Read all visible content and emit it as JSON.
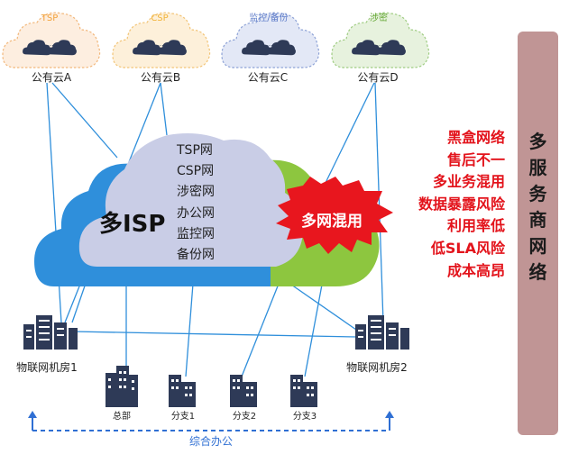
{
  "clouds": [
    {
      "tag": "TSP",
      "tag_color": "#f2a23a",
      "label": "公有云A",
      "fill": "#fdeee0",
      "border": "#f2b77a"
    },
    {
      "tag": "CSP",
      "tag_color": "#f2b43a",
      "label": "公有云B",
      "fill": "#fdf0da",
      "border": "#f2c476"
    },
    {
      "tag": "监控/备份",
      "tag_color": "#5a79c8",
      "label": "公有云C",
      "fill": "#e3e8f6",
      "border": "#8da2d6"
    },
    {
      "tag": "涉密",
      "tag_color": "#6aaa3c",
      "label": "公有云D",
      "fill": "#e7f2de",
      "border": "#9fcc82"
    }
  ],
  "isp": {
    "title": "多ISP",
    "services": [
      "TSP网",
      "CSP网",
      "涉密网",
      "办公网",
      "监控网",
      "备份网"
    ]
  },
  "burst": {
    "label": "多网混用",
    "color": "#e8161e"
  },
  "risks": [
    "黑盒网络",
    "售后不一",
    "多业务混用",
    "数据暴露风险",
    "利用率低",
    "低SLA风险",
    "成本高昂"
  ],
  "datacenters": [
    "物联网机房1",
    "物联网机房2"
  ],
  "offices": [
    "总部",
    "分支1",
    "分支2",
    "分支3"
  ],
  "footer": "综合办公",
  "sidebar_title": "多服务商网络",
  "colors": {
    "cloud_blue": "#2f8fdb",
    "cloud_green": "#8dc63f",
    "cloud_lavender": "#c9cde6",
    "line_blue": "#2f8fdb",
    "building": "#2e3a57",
    "sidebar": "#c09595"
  }
}
